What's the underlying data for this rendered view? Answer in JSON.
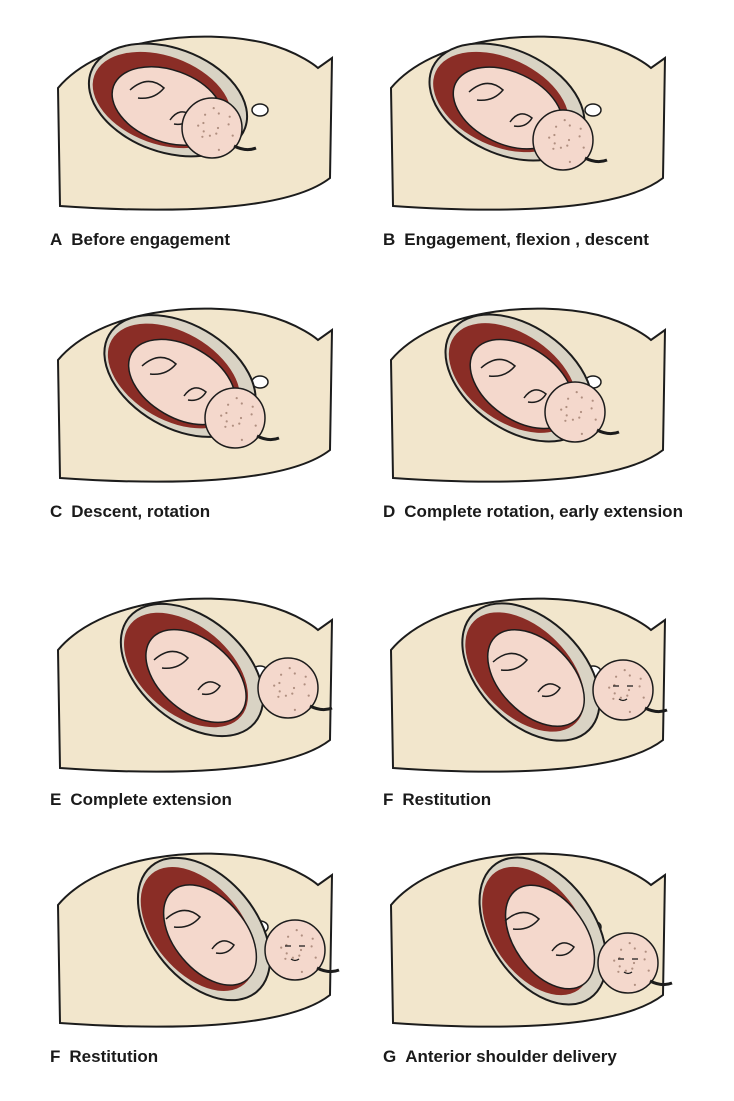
{
  "colors": {
    "skin": "#f2e6cc",
    "skin_outline": "#1c1c1c",
    "uterus_lining": "#8a2d26",
    "wall": "#d9d3c4",
    "baby": "#f4d8cc",
    "speckle": "#b08f80"
  },
  "panels": [
    {
      "letter": "A",
      "label": "Before engagement",
      "stage": 0
    },
    {
      "letter": "B",
      "label": "Engagement, flexion , descent",
      "stage": 1
    },
    {
      "letter": "C",
      "label": "Descent, rotation",
      "stage": 2
    },
    {
      "letter": "D",
      "label": "Complete rotation, early extension",
      "stage": 3
    },
    {
      "letter": "E",
      "label": "Complete extension",
      "stage": 4
    },
    {
      "letter": "F",
      "label": "Restitution",
      "stage": 5
    },
    {
      "letter": "F",
      "label": "Restitution",
      "stage": 6
    },
    {
      "letter": "G",
      "label": "Anterior shoulder delivery",
      "stage": 7
    }
  ]
}
